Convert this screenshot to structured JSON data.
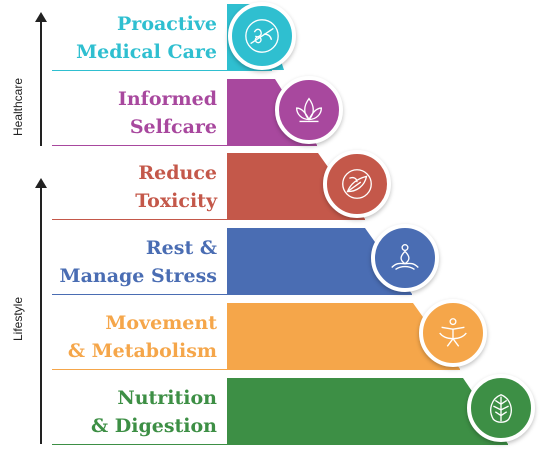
{
  "axes": {
    "healthcare_label": "Healthcare",
    "lifestyle_label": "Lifestyle"
  },
  "steps": [
    {
      "line1": "Proactive",
      "line2": "Medical Care",
      "color": "#2fbfd0",
      "icon": "stethoscope-hand-icon"
    },
    {
      "line1": "Informed",
      "line2": "Selfcare",
      "color": "#a8489e",
      "icon": "lotus-icon"
    },
    {
      "line1": "Reduce",
      "line2": "Toxicity",
      "color": "#c4584a",
      "icon": "leaves-icon"
    },
    {
      "line1": "Rest &",
      "line2": "Manage Stress",
      "color": "#4a6db3",
      "icon": "meditation-icon"
    },
    {
      "line1": "Movement",
      "line2": "& Metabolism",
      "color": "#f5a64a",
      "icon": "person-stretch-icon"
    },
    {
      "line1": "Nutrition",
      "line2": "& Digestion",
      "color": "#3d8f45",
      "icon": "leaf-icon"
    }
  ]
}
